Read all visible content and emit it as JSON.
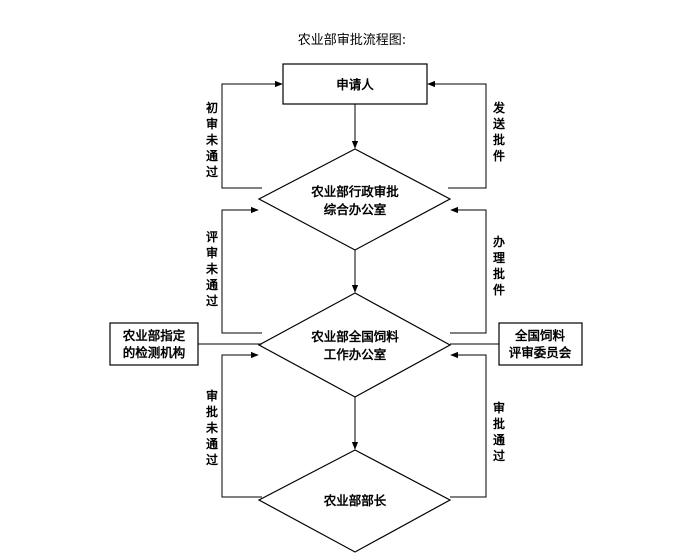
{
  "title": "农业部审批流程图:",
  "nodes": {
    "applicant": "申请人",
    "admin_office": [
      "农业部行政审批",
      "综合办公室"
    ],
    "feed_office": [
      "农业部全国饲料",
      "工作办公室"
    ],
    "minister": "农业部部长",
    "test_agency": [
      "农业部指定",
      "的检测机构"
    ],
    "review_committee": [
      "全国饲料",
      "评审委员会"
    ]
  },
  "edges": {
    "initial_review_failed": "初审未通过",
    "send_approval": "发送批件",
    "evaluation_failed": "评审未通过",
    "process_approval": "办理批件",
    "approval_failed": "审批未通过",
    "approval_passed": "审批通过"
  }
}
